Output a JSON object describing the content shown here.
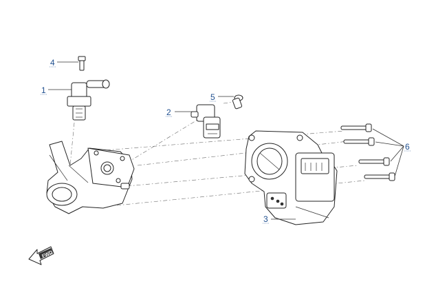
{
  "callouts": [
    {
      "label": "1"
    },
    {
      "label": "2"
    },
    {
      "label": "3"
    },
    {
      "label": "4"
    },
    {
      "label": "5"
    },
    {
      "label": "6"
    }
  ],
  "forward_badge": {
    "text": "FWD"
  },
  "colors": {
    "callout_text": "#1f4f8f",
    "line": "#222222",
    "background": "#ffffff"
  }
}
